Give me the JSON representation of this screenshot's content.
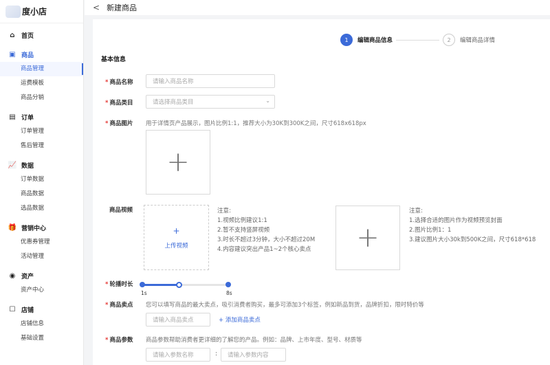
{
  "app": {
    "name": "度小店"
  },
  "sidebar": {
    "groups": [
      {
        "icon": "home-icon",
        "glyph": "⌂",
        "label": "首页",
        "items": []
      },
      {
        "icon": "goods-icon",
        "glyph": "▣",
        "label": "商品",
        "items": [
          {
            "label": "商品管理"
          },
          {
            "label": "运费模板"
          },
          {
            "label": "商品分销"
          }
        ]
      },
      {
        "icon": "order-icon",
        "glyph": "▤",
        "label": "订单",
        "items": [
          {
            "label": "订单管理"
          },
          {
            "label": "售后管理"
          }
        ]
      },
      {
        "icon": "chart-icon",
        "glyph": "📈",
        "label": "数据",
        "items": [
          {
            "label": "订单数据"
          },
          {
            "label": "商品数据"
          },
          {
            "label": "选品数据"
          }
        ]
      },
      {
        "icon": "marketing-icon",
        "glyph": "🎁",
        "label": "营销中心",
        "items": [
          {
            "label": "优惠券管理"
          },
          {
            "label": "活动管理"
          }
        ]
      },
      {
        "icon": "assets-icon",
        "glyph": "◉",
        "label": "资产",
        "items": [
          {
            "label": "资产中心"
          }
        ]
      },
      {
        "icon": "store-icon",
        "glyph": "☐",
        "label": "店铺",
        "items": [
          {
            "label": "店铺信息"
          },
          {
            "label": "基础设置"
          }
        ]
      }
    ]
  },
  "topbar": {
    "back": "<",
    "title": "新建商品"
  },
  "steps": [
    {
      "num": "1",
      "label": "编辑商品信息"
    },
    {
      "num": "2",
      "label": "编辑商品详情"
    }
  ],
  "form": {
    "section_title": "基本信息",
    "name": {
      "label": "商品名称",
      "placeholder": "请输入商品名称"
    },
    "category": {
      "label": "商品类目",
      "placeholder": "请选择商品类目"
    },
    "images": {
      "label": "商品图片",
      "hint": "用于详情页产品展示，图片比例1:1，推荐大小为30K到300K之间，尺寸618x618px"
    },
    "video": {
      "label": "商品视频",
      "upload_label": "上传视频",
      "notes_title": "注意:",
      "notes": [
        "1.视频比例建议1:1",
        "2.暂不支持竖屏视频",
        "3.时长不超过3分钟，大小不超过20M",
        "4.内容建议突出产品1~2个核心卖点"
      ],
      "cover_notes_title": "注意:",
      "cover_notes": [
        "1.选择合适的图片作为视频预览封面",
        "2.图片比例1：1",
        "3.建议图片大小30k到500K之间，尺寸618*618"
      ]
    },
    "carousel": {
      "label": "轮播时长",
      "min": "1s",
      "max": "8s",
      "value": 4
    },
    "selling": {
      "label": "商品卖点",
      "hint": "您可以填写商品的最大卖点，吸引消费者购买，最多可添加3个标签，例如新品到货，品牌折扣，限时特价等",
      "placeholder": "请输入商品卖点",
      "add": "添加商品卖点"
    },
    "params": {
      "label": "商品参数",
      "hint": "商品参数帮助消费者更详细的了解您的产品。例如：品牌、上市年度、型号、材质等",
      "name_placeholder": "请输入参数名称",
      "separator": ":",
      "value_placeholder": "请输入参数内容"
    }
  }
}
